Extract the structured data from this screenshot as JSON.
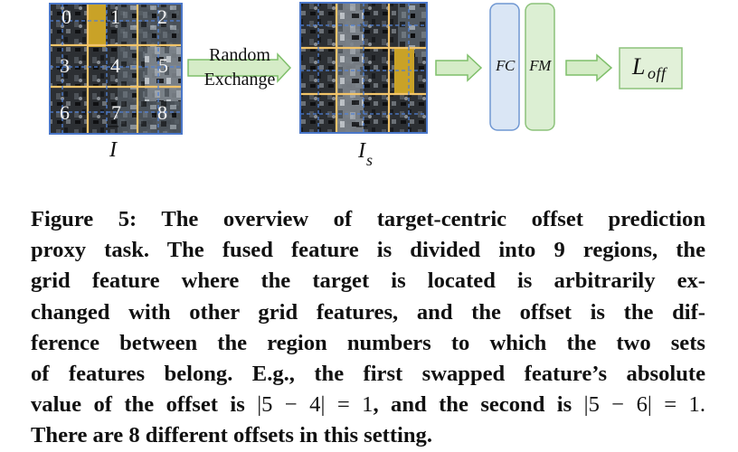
{
  "figure": {
    "grid_numbers": [
      "0",
      "1",
      "2",
      "3",
      "4",
      "5",
      "6",
      "7",
      "8"
    ],
    "arrow_label_line1": "Random",
    "arrow_label_line2": "Exchange",
    "label_input": "I",
    "label_input_bar": "¯",
    "label_shuffled": "I",
    "label_shuffled_sub": "s",
    "fc_label": "FC",
    "fm_label": "FM",
    "loss_label": "L",
    "loss_sub": "off",
    "colors": {
      "grid_border": "#4a77c9",
      "grid_line_solid": "#f2c46a",
      "grid_line_dashed": "#4f80d6",
      "highlight": "#c9a227",
      "arrow_fill": "#d5ecc7",
      "arrow_stroke": "#7fbf6a",
      "fc_fill": "#dae6f5",
      "fc_stroke": "#6f97d2",
      "fm_fill": "#dcefd3",
      "fm_stroke": "#8cc27a",
      "loss_fill": "#e2f1d9",
      "loss_stroke": "#8cc27a"
    }
  },
  "caption": {
    "line1": "Figure 5: The overview of target-centric offset prediction",
    "line2": "proxy task. The fused feature is divided into 9 regions, the",
    "line3": "grid feature where the target is located is arbitrarily ex-",
    "line4": "changed with other grid features, and the offset is the dif-",
    "line5": "ference between the region numbers to which the two sets",
    "line6": "of features belong. E.g., the first swapped feature’s absolute",
    "line7_text": "value of the offset is ",
    "line7_math1": "|5 − 4| = 1",
    "line7_mid": ", and the second is ",
    "line7_math2": "|5 − 6| = 1",
    "line7_end": ".",
    "line8": "There are 8 different offsets in this setting."
  }
}
